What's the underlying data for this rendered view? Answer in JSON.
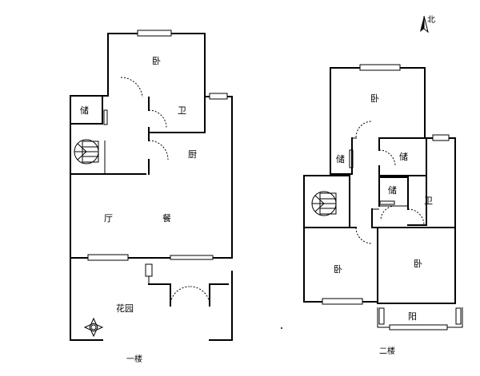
{
  "compass": {
    "label": "北"
  },
  "floor1": {
    "caption": "一楼",
    "rooms": {
      "bedroom": "卧",
      "storage": "储",
      "bath": "卫",
      "kitchen": "厨",
      "living": "厅",
      "dining": "餐",
      "garden": "花园"
    }
  },
  "floor2": {
    "caption": "二楼",
    "rooms": {
      "bedroom_top": "卧",
      "storage_a": "储",
      "storage_b": "储",
      "storage_c": "储",
      "bath": "卫",
      "bedroom_left": "卧",
      "bedroom_right": "卧",
      "balcony": "阳"
    }
  }
}
